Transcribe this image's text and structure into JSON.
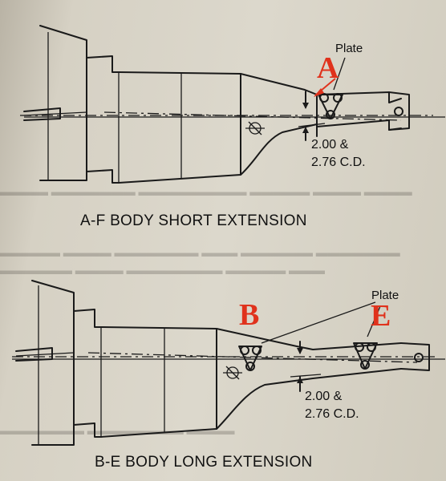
{
  "figure_top": {
    "caption": "A-F BODY SHORT EXTENSION",
    "plate_label": "Plate",
    "marker_letter": "A",
    "dimension_line1": "2.00 &",
    "dimension_line2": "2.76 C.D."
  },
  "figure_bottom": {
    "caption": "B-E BODY LONG EXTENSION",
    "plate_label": "Plate",
    "marker_letter_left": "B",
    "marker_letter_right": "E",
    "dimension_line1": "2.00 &",
    "dimension_line2": "2.76 C.D."
  },
  "colors": {
    "annotation_red": "#e0321c",
    "line_art": "#1a1a1a",
    "paper": "#dcd8cc"
  }
}
